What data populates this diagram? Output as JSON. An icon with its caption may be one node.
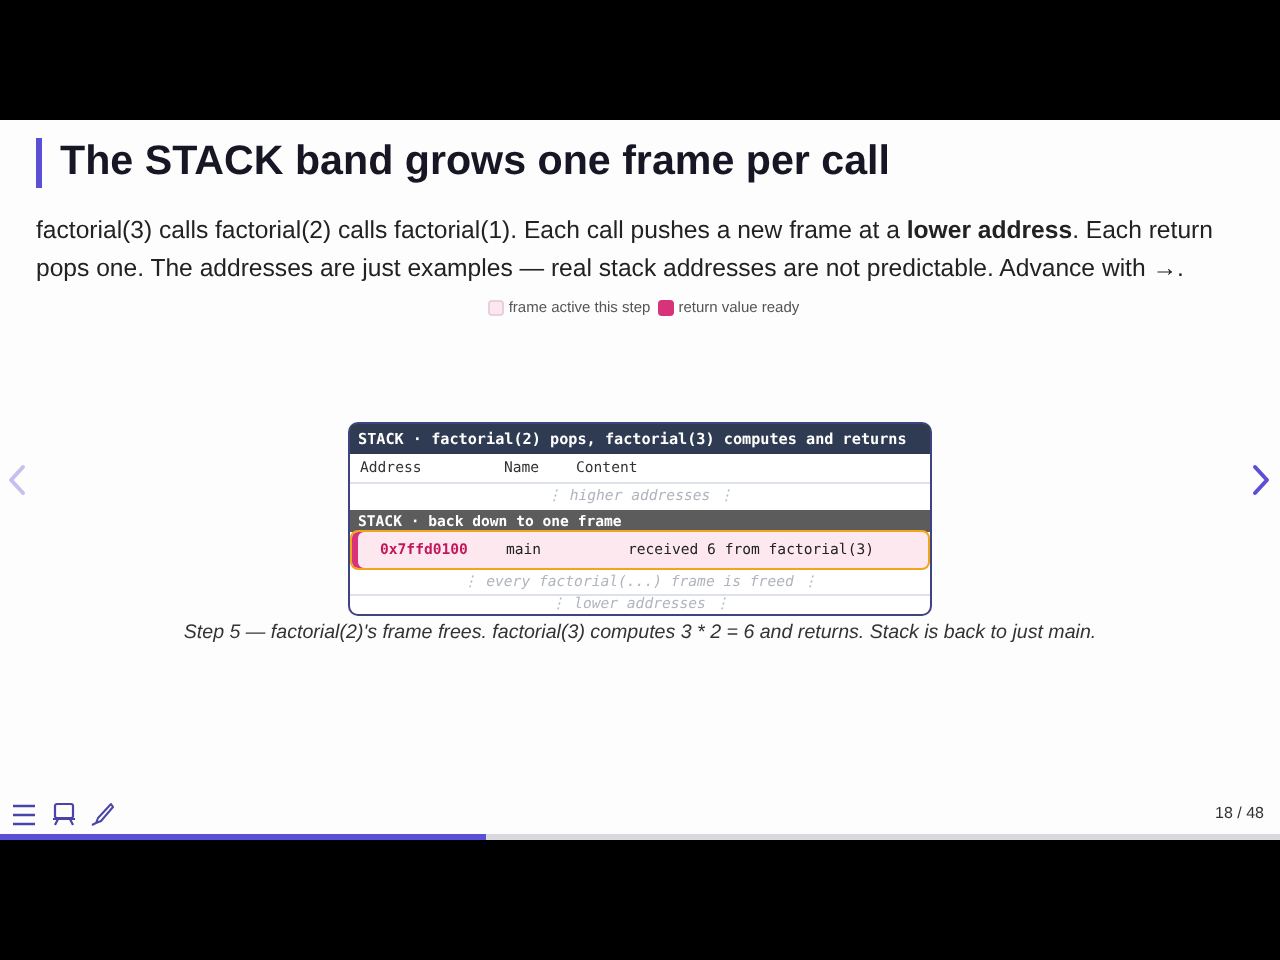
{
  "diagram": {
    "title": "The STACK band grows one frame per call",
    "caption": "Step 5 — factorial(2)'s frame frees. factorial(3) computes 3 * 2 = 6 and returns. Stack is back to just main.",
    "nodes": [
      {
        "text": [
          "STACK · factorial(2) pops, factorial(3) computes and returns"
        ]
      },
      {
        "text": [
          "STACK · back down to one frame"
        ],
        "in": 0
      },
      {
        "text": [
          "0x7ffd0100",
          "main",
          "received 6 from factorial(3)"
        ],
        "in": 0
      }
    ],
    "labels": [
      "factorial(3) calls factorial(2) calls factorial(1). Each call pushes a new frame at a **lower address**. Each return pops one. The addresses are just examples — real stack addresses are not predictable. Advance with →.",
      "Address",
      "Name",
      "Content",
      "⋮ higher addresses ⋮",
      "⋮ every factorial(...) frame is freed ⋮",
      "⋮ lower addresses ⋮",
      "18 / 48"
    ],
    "legend": [
      {
        "text": "frame active this step",
        "color": "#fce6ef"
      },
      {
        "text": "return value ready",
        "color": "#d6337a"
      }
    ]
  }
}
